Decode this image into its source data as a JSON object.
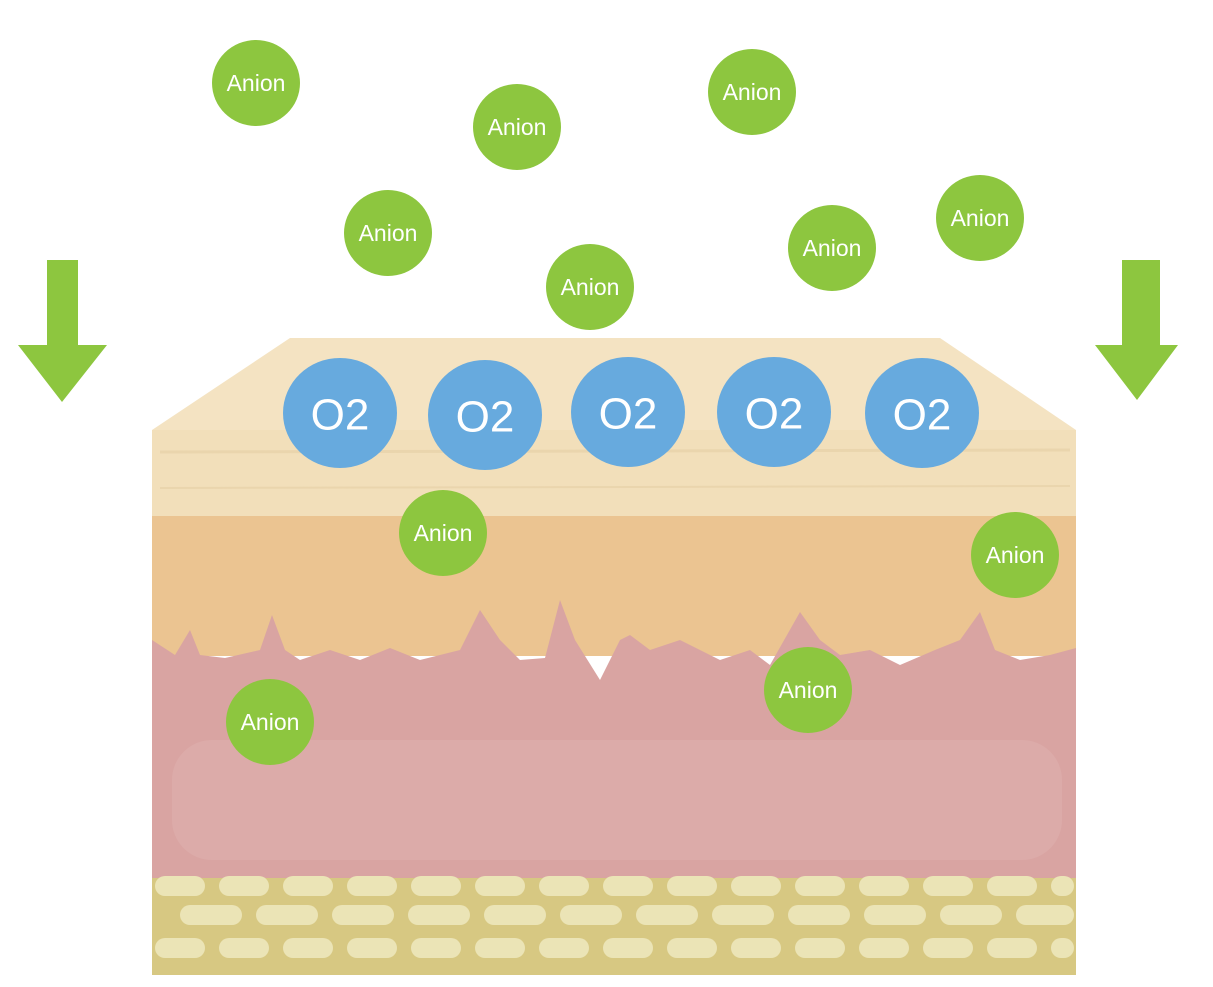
{
  "diagram": {
    "anion_label": "Anion",
    "o2_label": "O2",
    "anions": [
      "Anion",
      "Anion",
      "Anion",
      "Anion",
      "Anion",
      "Anion",
      "Anion",
      "Anion",
      "Anion",
      "Anion",
      "Anion"
    ],
    "oxygen": [
      "O2",
      "O2",
      "O2",
      "O2",
      "O2"
    ],
    "colors": {
      "anion": "#8dc63f",
      "oxygen": "#67aade",
      "arrow": "#8dc63f",
      "epidermis_top": "#f2dfba",
      "epidermis": "#ebc491",
      "dermis": "#d9a4a2",
      "fat": "#d7c882",
      "fat_cell": "#ebe4b6"
    }
  }
}
